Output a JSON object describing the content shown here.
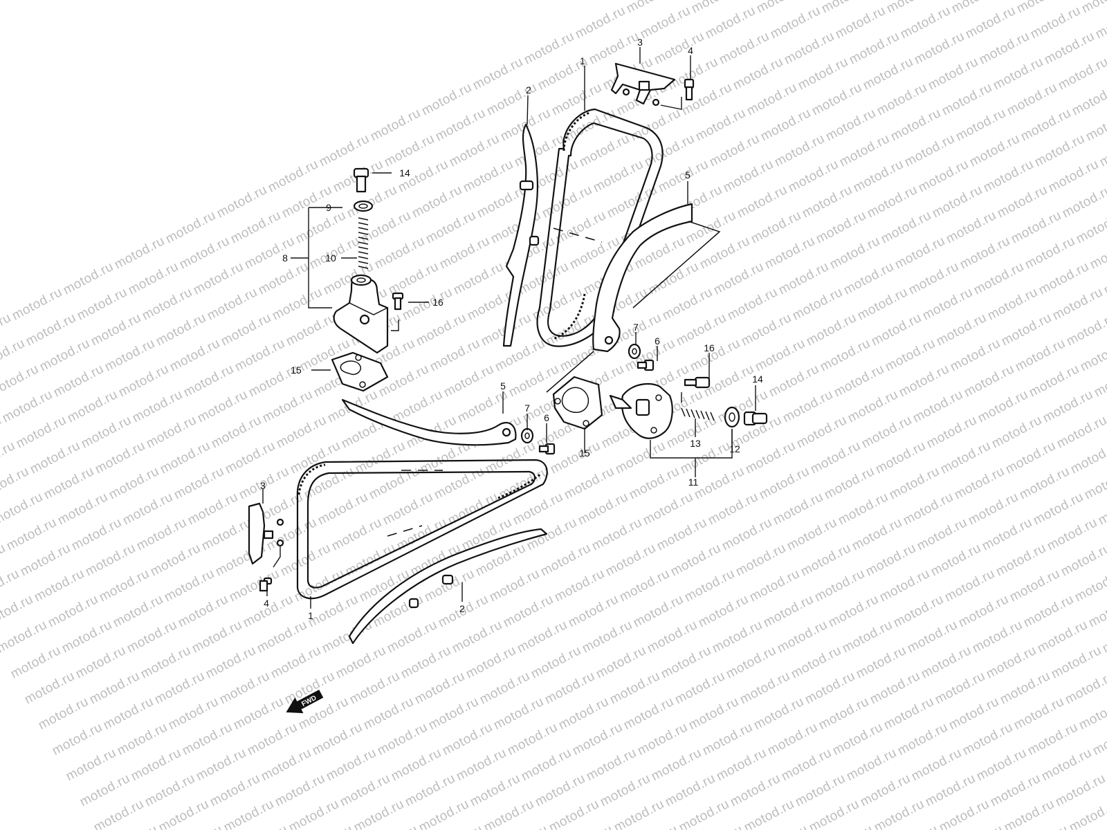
{
  "watermark": {
    "text": "motod.ru"
  },
  "callouts": {
    "c1_top": "1",
    "c2_top": "2",
    "c3_top": "3",
    "c4_top": "4",
    "c5_top": "5",
    "c7_top": "7",
    "c6_top": "6",
    "c16_top": "16",
    "c14_left": "14",
    "c9": "9",
    "c8": "8",
    "c10": "10",
    "c16_left": "16",
    "c15_left": "15",
    "c5_bottom": "5",
    "c7_bottom": "7",
    "c6_bottom": "6",
    "c15_center": "15",
    "c14_right": "14",
    "c13": "13",
    "c12": "12",
    "c11": "11",
    "c3_bottom": "3",
    "c4_bottom": "4",
    "c1_bottom": "1",
    "c2_bottom": "2"
  },
  "fwd_arrow": {
    "text": "FWD"
  }
}
